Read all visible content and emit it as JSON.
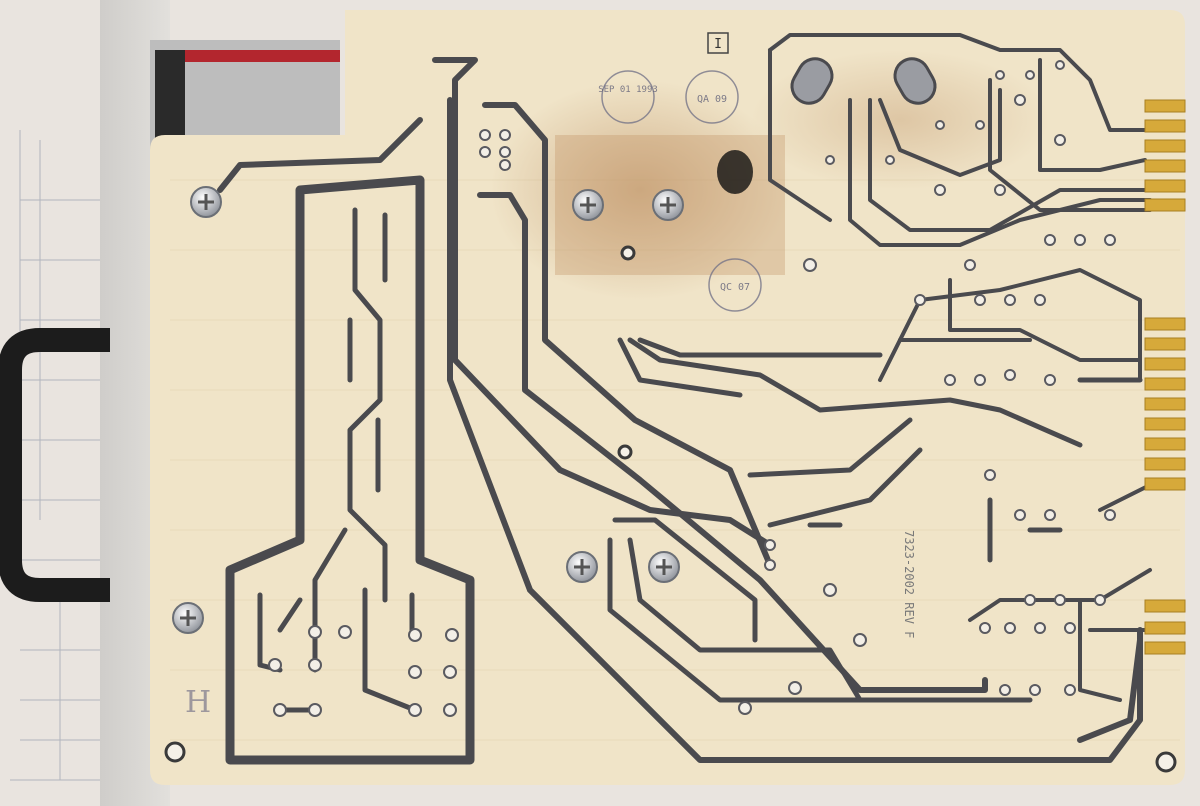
{
  "photo": {
    "subject": "pcb-underside",
    "board_marks": {
      "outline_mark": "I",
      "handwritten_mark": "H",
      "part_number": "7323-2002 REV F",
      "stamp_1": "SEP 01 1993",
      "stamp_2": "QA 09",
      "stamp_3": "QC 07"
    },
    "colors": {
      "background": "#e9e4df",
      "board": "#f0e4c8",
      "trace": "#4a4a4e",
      "gold_finger": "#d6a93a",
      "chassis": "#d8d6d2",
      "handle": "#1c1c1c"
    }
  }
}
